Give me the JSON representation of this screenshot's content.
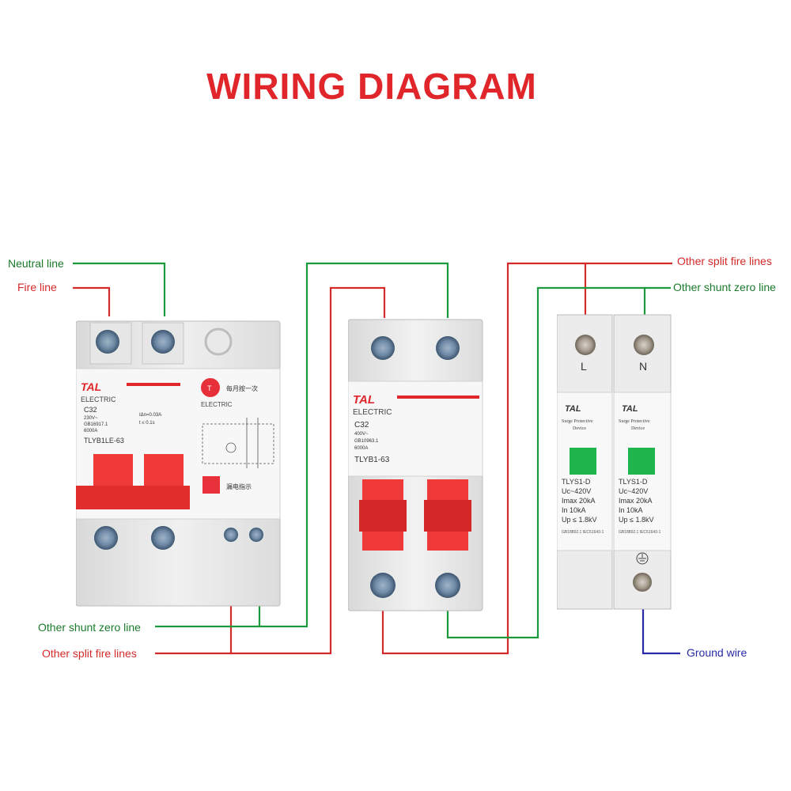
{
  "title": "WIRING DIAGRAM",
  "colors": {
    "title": "#e0262a",
    "neutral": "#1a9a3c",
    "fire": "#d42a2a",
    "ground": "#2a2aa8",
    "handle": "#f03a3a",
    "indicator": "#1fb44c"
  },
  "labels": {
    "neutral_line": "Neutral line",
    "fire_line": "Fire line",
    "other_shunt_zero_left": "Other shunt zero line",
    "other_split_fire_left": "Other split fire lines",
    "other_split_fire_right": "Other split fire lines",
    "other_shunt_zero_right": "Other shunt zero line",
    "ground_wire": "Ground wire"
  },
  "rcbo": {
    "brand": "TAL",
    "electric": "ELECTRIC",
    "rating": "C32",
    "voltage": "230V~",
    "standard": "GB16917.1",
    "capacity": "6000A",
    "residual": "IΔn=0.03A",
    "trip_time": "t ≤ 0.1s",
    "model": "TLYB1LE-63",
    "test_note": "每月按一次",
    "test_button": "T",
    "electric_right": "ELECTRIC",
    "leak_indicator": "漏电指示"
  },
  "mcb": {
    "brand": "TAL",
    "electric": "ELECTRIC",
    "rating": "C32",
    "voltage": "400V~",
    "standard": "GB10963.1",
    "capacity": "6000A",
    "model": "TLYB1-63"
  },
  "spd": {
    "left": {
      "terminal": "L",
      "brand": "TAL",
      "desc1": "Surge Protective",
      "desc2": "Device",
      "model": "TLYS1-D",
      "uc": "Uc~420V",
      "imax": "Imax 20kA",
      "in": "In     10kA",
      "up": "Up ≤ 1.8kV",
      "std": "GB18802.1 IEC61643-1"
    },
    "right": {
      "terminal": "N",
      "brand": "TAL",
      "desc1": "Surge Protective",
      "desc2": "Device",
      "model": "TLYS1-D",
      "uc": "Uc~420V",
      "imax": "Imax 20kA",
      "in": "In     10kA",
      "up": "Up ≤ 1.8kV",
      "std": "GB18802.1 IEC61643-1"
    }
  }
}
